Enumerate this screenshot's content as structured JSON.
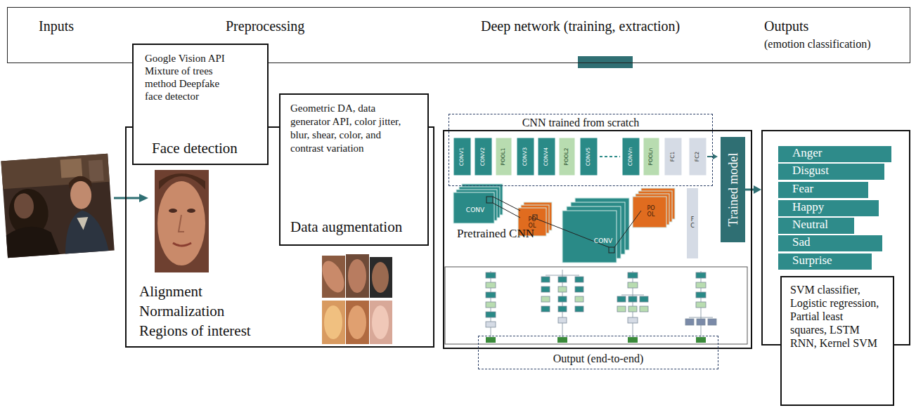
{
  "diagram": {
    "nodes": [
      {
        "text": [
          "Inputs",
          "Preprocessing",
          "Deep network (training, extraction)",
          "Outputs",
          "(emotion classification)"
        ]
      },
      {
        "text": [
          "Google Vision API Mixture of trees method Deepfake face detector",
          "Face detection"
        ]
      },
      {
        "text": [
          "Alignment",
          "Normalization",
          "Regions of interest"
        ]
      },
      {
        "text": [
          "Geometric DA, data generator API, color jitter, blur, shear, color, and contrast variation",
          "Data augmentation"
        ]
      },
      {
        "text": [
          "Pretrained CNN"
        ]
      },
      {
        "text": [
          "CNN trained from scratch"
        ],
        "in": 4
      },
      {
        "text": [
          "Output (end-to-end)"
        ],
        "in": 4
      },
      {
        "text": [
          "Trained model"
        ],
        "in": 4
      },
      {
        "text": []
      },
      {
        "text": [
          "Anger"
        ],
        "in": 8
      },
      {
        "text": [
          "Disgust"
        ],
        "in": 8
      },
      {
        "text": [
          "Fear"
        ],
        "in": 8
      },
      {
        "text": [
          "Happy"
        ],
        "in": 8
      },
      {
        "text": [
          "Neutral"
        ],
        "in": 8
      },
      {
        "text": [
          "Sad"
        ],
        "in": 8
      },
      {
        "text": [
          "Surprise"
        ],
        "in": 8
      },
      {
        "text": [
          "SVM classifier, Logistic regression, Partial least squares, LSTM RNN, Kernel SVM"
        ]
      }
    ],
    "edges": [
      {
        "from": 7,
        "to": 8,
        "arrow": "to"
      }
    ],
    "labels": [
      "CONV1",
      "CONV2",
      "POOL1",
      "CONV3",
      "CONV4",
      "POOL2",
      "CONV5",
      "CONVn",
      "POOLn",
      "FC1",
      "FC2",
      "CONV",
      "POOL",
      "CONV",
      "POOL",
      "FC"
    ]
  }
}
